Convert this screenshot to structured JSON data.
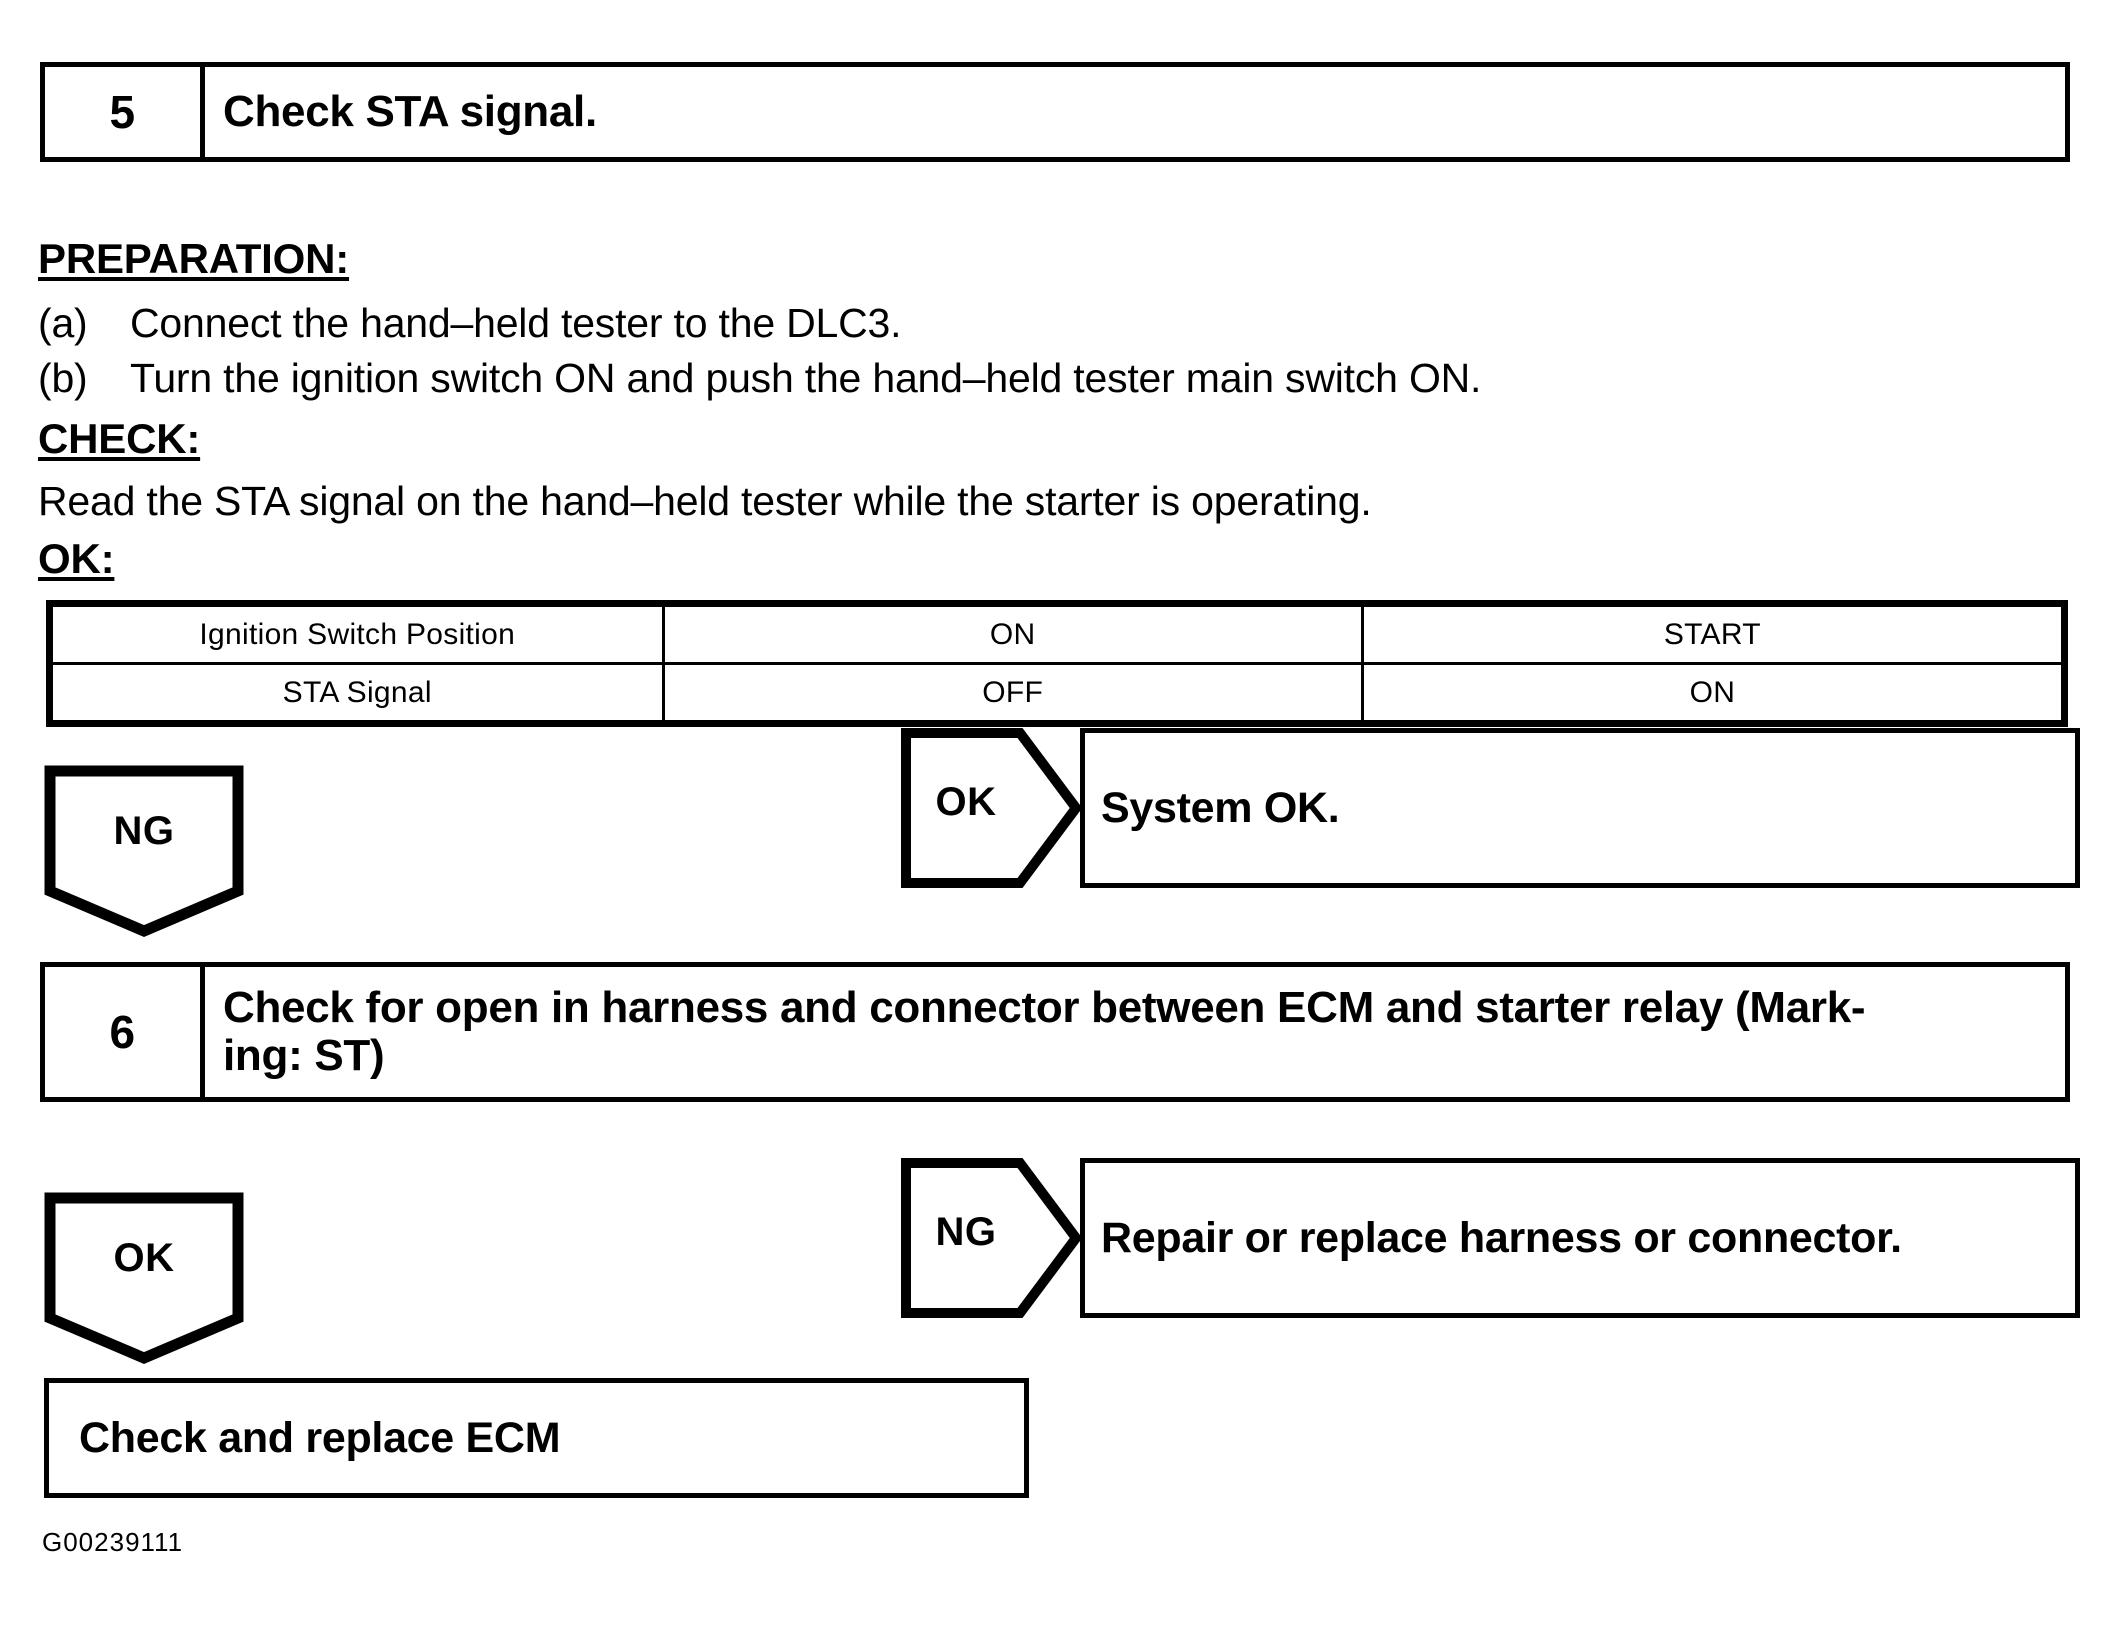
{
  "step5": {
    "number": "5",
    "title": "Check STA signal."
  },
  "preparation": {
    "heading": "PREPARATION:",
    "items": [
      {
        "label": "(a)",
        "text": "Connect the hand–held tester to the DLC3."
      },
      {
        "label": "(b)",
        "text": "Turn the ignition switch ON and push the hand–held tester main switch ON."
      }
    ]
  },
  "check": {
    "heading": "CHECK:",
    "text": "Read the STA signal on the hand–held tester while the starter is operating."
  },
  "ok_section": {
    "heading": "OK:"
  },
  "result_table": {
    "rows": [
      {
        "label": "Ignition Switch Position",
        "col1": "ON",
        "col2": "START"
      },
      {
        "label": "STA Signal",
        "col1": "OFF",
        "col2": "ON"
      }
    ]
  },
  "flow": {
    "ng_flag_1": "NG",
    "ok_branch_1": {
      "tag": "OK",
      "outcome": "System OK."
    },
    "ok_flag_2": "OK",
    "ng_branch_2": {
      "tag": "NG",
      "outcome": "Repair or replace harness or connector."
    }
  },
  "step6": {
    "number": "6",
    "title_line1": "Check for open in harness and connector between ECM and starter relay (Mark-",
    "title_line2": "ing: ST)"
  },
  "final": {
    "text": "Check and replace ECM"
  },
  "footer": {
    "id": "G00239111"
  }
}
